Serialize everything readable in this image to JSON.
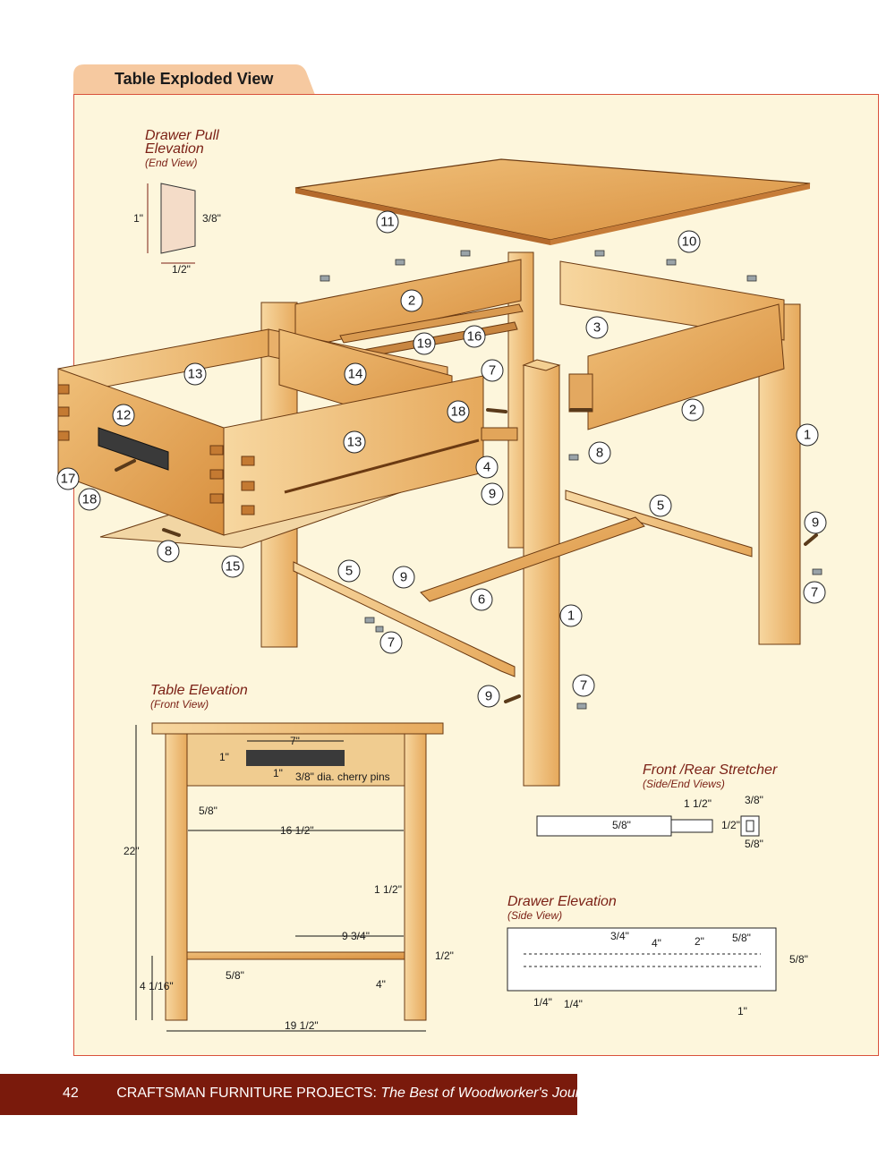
{
  "header": {
    "tab_title": "Table Exploded View"
  },
  "drawer_pull": {
    "title_line1": "Drawer Pull",
    "title_line2": "Elevation",
    "subtitle": "(End View)",
    "dim_height": "1\"",
    "dim_width": "1/2\"",
    "dim_taper": "3/8\""
  },
  "part_callouts": {
    "c1": "1",
    "c2": "2",
    "c3": "3",
    "c4": "4",
    "c5": "5",
    "c6": "6",
    "c7": "7",
    "c8": "8",
    "c9": "9",
    "c10": "10",
    "c11": "11",
    "c12": "12",
    "c13": "13",
    "c14": "14",
    "c15": "15",
    "c16": "16",
    "c17": "17",
    "c18": "18",
    "c19": "19"
  },
  "table_elevation": {
    "title": "Table Elevation",
    "subtitle": "(Front View)",
    "dim_pull_len": "7\"",
    "dim_pull_h": "1\"",
    "dim_pin": "1\"",
    "pin_note": "3/8\" dia. cherry pins",
    "dim_apron": "5/8\"",
    "dim_inner": "16 1/2\"",
    "dim_height": "22\"",
    "dim_leg": "1 1/2\"",
    "dim_stretch_gap": "9 3/4\"",
    "dim_stretch_t": "1/2\"",
    "dim_stretch_w": "5/8\"",
    "dim_low": "4 1/16\"",
    "dim_four": "4\"",
    "dim_total": "19 1/2\""
  },
  "stretcher": {
    "title": "Front /Rear Stretcher",
    "subtitle": "(Side/End Views)",
    "dim_tenon": "1 1/2\"",
    "dim_w": "5/8\"",
    "dim_half": "1/2\"",
    "dim_three_eighths": "3/8\"",
    "dim_end": "5/8\""
  },
  "drawer_elevation": {
    "title": "Drawer Elevation",
    "subtitle": "(Side View)",
    "dim_three_quarter": "3/4\"",
    "dim_four": "4\"",
    "dim_two": "2\"",
    "dim_five_eighths": "5/8\"",
    "dim_quarter_a": "1/4\"",
    "dim_quarter_b": "1/4\"",
    "dim_one": "1\"",
    "dim_side": "5/8\""
  },
  "footer": {
    "page_number": "42",
    "book_title": "CRAFTSMAN FURNITURE PROJECTS:",
    "book_subtitle": "The Best of Woodworker's Journal"
  },
  "colors": {
    "panel_bg": "#fdf6dc",
    "tab_bg": "#f6c9a0",
    "border": "#d9523b",
    "footer_bg": "#7a1a0c",
    "wood": "#e4a85a",
    "wood_dark": "#c07a35",
    "label": "#7a1f14"
  }
}
